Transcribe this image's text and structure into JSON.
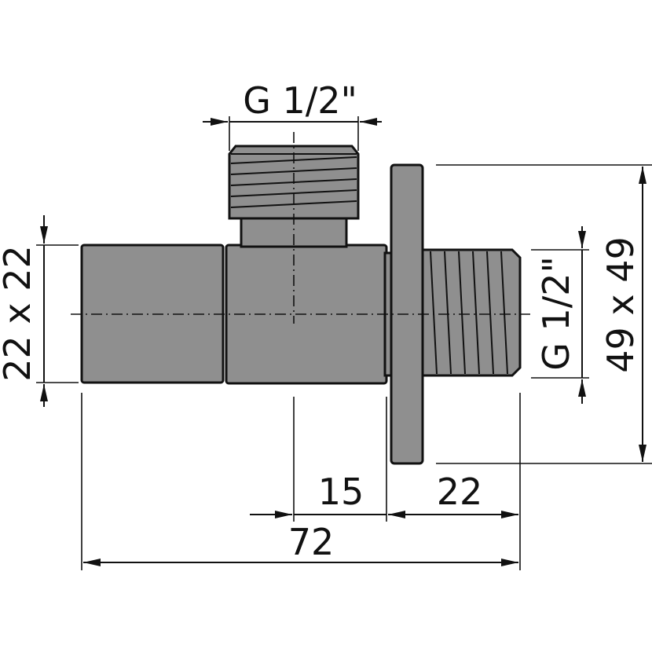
{
  "dimensions": {
    "top_thread": "G 1/2\"",
    "side_thread": "G 1/2\"",
    "square_body": "22 x 22",
    "flange": "49 x 49",
    "offset": "15",
    "outlet_length": "22",
    "overall_length": "72"
  },
  "colors": {
    "part_fill": "#8f8f8f",
    "line": "#111111",
    "background": "#ffffff"
  }
}
